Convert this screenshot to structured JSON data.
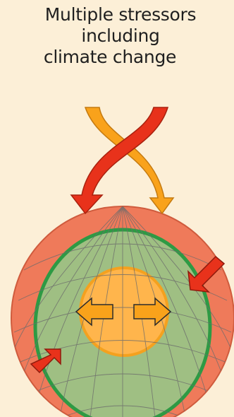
{
  "diagram": {
    "title_lines": [
      "Multiple stressors",
      "including",
      "climate change"
    ]
  },
  "colors": {
    "background": "#fcefd7",
    "outer_ring": "#ef7a5a",
    "inner_zone": "#9fbf83",
    "inner_border": "#2e9a44",
    "core": "#ffb54c",
    "core_border": "#f4a11f",
    "arrow_red": "#e8321b",
    "arrow_orange": "#f9a21b",
    "grid": "#6c6c6c"
  }
}
